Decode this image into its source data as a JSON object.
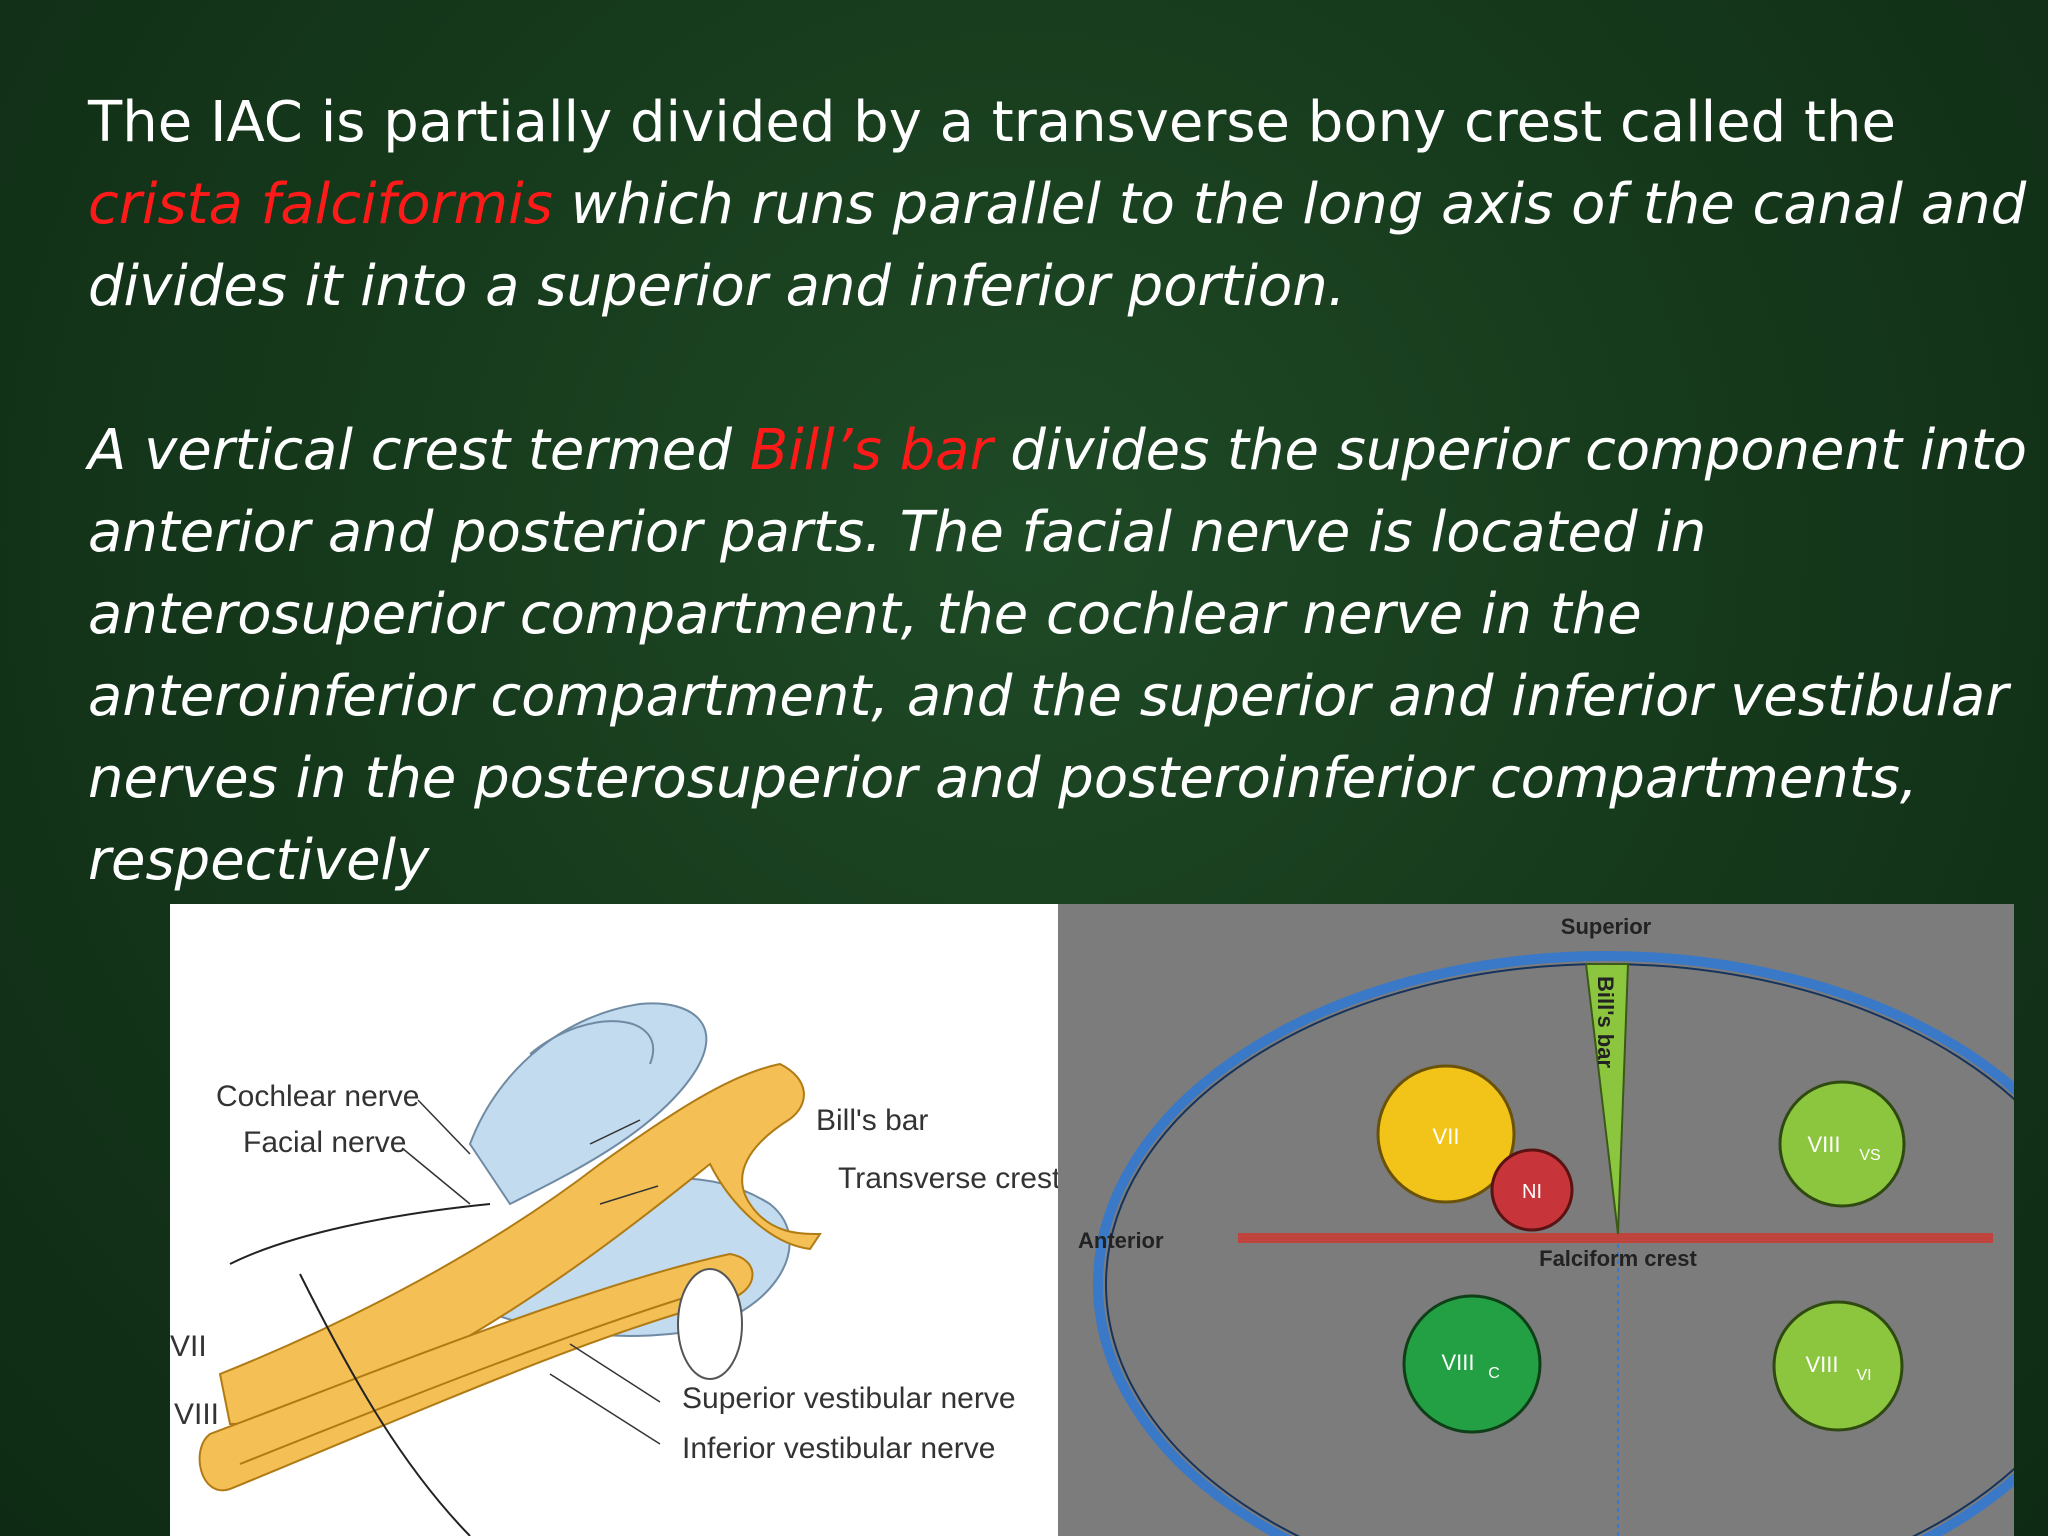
{
  "slide": {
    "para1": {
      "line1": "The IAC is partially divided by a transverse bony crest called the",
      "term": "crista falciformis",
      "rest1": " which runs parallel to the long axis of the canal and",
      "line3": "divides it into a superior and inferior portion."
    },
    "para2": {
      "lead": "A vertical crest termed ",
      "term": "Bill’s bar",
      "rest": " divides the superior component into anterior and posterior parts. The facial nerve is located in anterosuperior compartment, the cochlear nerve in the anteroinferior compartment, and the superior and inferior vestibular nerves in the posterosuperior and posteroinferior compartments, respectively"
    }
  },
  "figure_left": {
    "labels": {
      "cochlear": "Cochlear nerve",
      "facial": "Facial nerve",
      "bills_bar": "Bill's bar",
      "transverse": "Transverse crest",
      "vii": "VII",
      "viii": "VIII",
      "sup_vest": "Superior vestibular nerve",
      "inf_vest": "Inferior vestibular nerve"
    }
  },
  "figure_right": {
    "superior": "Superior",
    "anterior": "Anterior",
    "bills_bar": "Bill's bar",
    "falciform": "Falciform crest",
    "nerves": {
      "vii": "VII",
      "ni": "NI",
      "viii_vs": "VIII",
      "viii_vs_sub": "VS",
      "viii_c": "VIII",
      "viii_c_sub": "C",
      "viii_vi": "VIII",
      "viii_vi_sub": "VI"
    },
    "colors": {
      "background": "#7c7c7c",
      "ring": "#3a78c8",
      "crest": "#c0443e",
      "bar": "#8cc63f",
      "facial": "#f2c318",
      "ni": "#c7353a",
      "vestibular": "#8cc63f",
      "cochlear": "#23a043"
    }
  }
}
